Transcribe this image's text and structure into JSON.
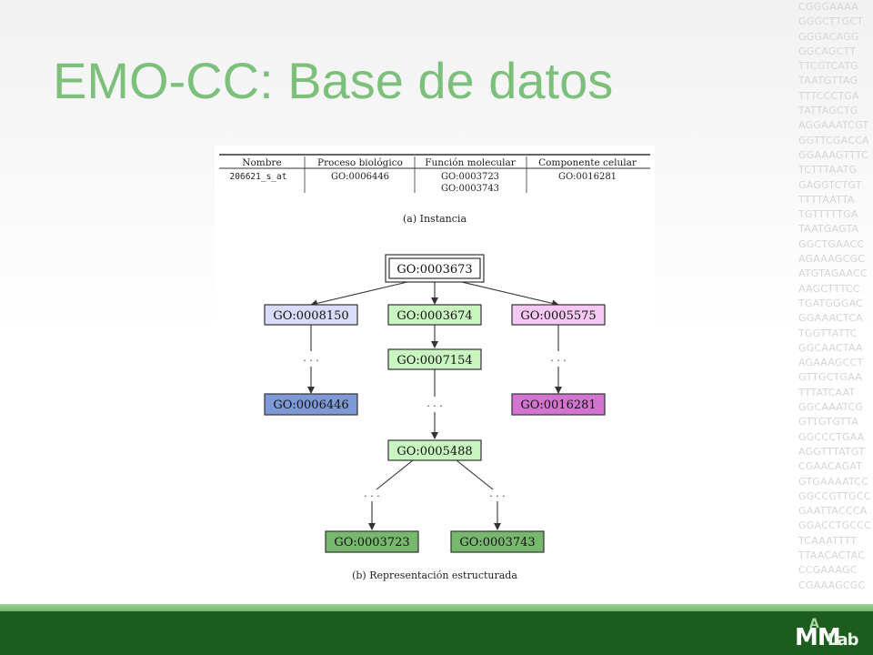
{
  "slide": {
    "title": "EMO-CC: Base de datos"
  },
  "dna_strip": [
    "CGGGAAAA",
    "GGGCTTGCT",
    "GGGACAGG",
    "GGCAGCTT",
    "TTCGTCATG",
    "TAATGTTAG",
    "TTTCCCTGA",
    "TATTAGCTG",
    "AGGAAATCGT",
    "GGTTCGACCA",
    "GGAAAGTTTC",
    "TCTTTAATG",
    "GAGGTCTGT",
    "TTTTAATTA",
    "TGTTTTTGA",
    "TAATGAGTA",
    "GGCTGAACC",
    "AGAAAGCGC",
    "ATGTAGAACC",
    "AAGCTTTCC",
    "TGATGGGAC",
    "GGAAACTCA",
    "TGGTTATTC",
    "GGCAACTAA",
    "AGAAAGCCT",
    "GTTGCTGAA",
    "TTTATCAAT",
    "GGCAAATCG",
    "GTTGTGTTA",
    "GGCCCTGAA",
    "AGGTTTATGT",
    "CGAACAGAT",
    "GTGAAAATCC",
    "GGCCGTTGCC",
    "GAATTACCCA",
    "GGACCTGCCC",
    "TCAAATTTT",
    "TTAACACTAC",
    "CCGAAAGC",
    "CGAAAGCGC"
  ],
  "instance_table": {
    "headers": [
      "Nombre",
      "Proceso biológico",
      "Función molecular",
      "Componente celular"
    ],
    "row": {
      "nombre": "206621_s_at",
      "proceso": "GO:0006446",
      "funcion_1": "GO:0003723",
      "funcion_2": "GO:0003743",
      "componente": "GO:0016281"
    },
    "caption": "(a) Instancia"
  },
  "graph": {
    "root": "GO:0003673",
    "bio_top": "GO:0008150",
    "mol_top": "GO:0003674",
    "cell_top": "GO:0005575",
    "mol_second": "GO:0007154",
    "bio_leaf": "GO:0006446",
    "cell_leaf": "GO:0016281",
    "mol_mid": "GO:0005488",
    "mol_leaf_1": "GO:0003723",
    "mol_leaf_2": "GO:0003743",
    "ellipsis": "· · ·",
    "caption": "(b) Representación estructurada",
    "colors": {
      "bio_light": "#d9dcfb",
      "bio_dark": "#7e9ad6",
      "mol_light": "#c8f5c0",
      "mol_dark": "#78b76e",
      "cell_light": "#f6c8f4",
      "cell_dark": "#d374d0"
    }
  },
  "logo": {
    "mm": "MM",
    "lab": "Lab",
    "a": "A"
  }
}
